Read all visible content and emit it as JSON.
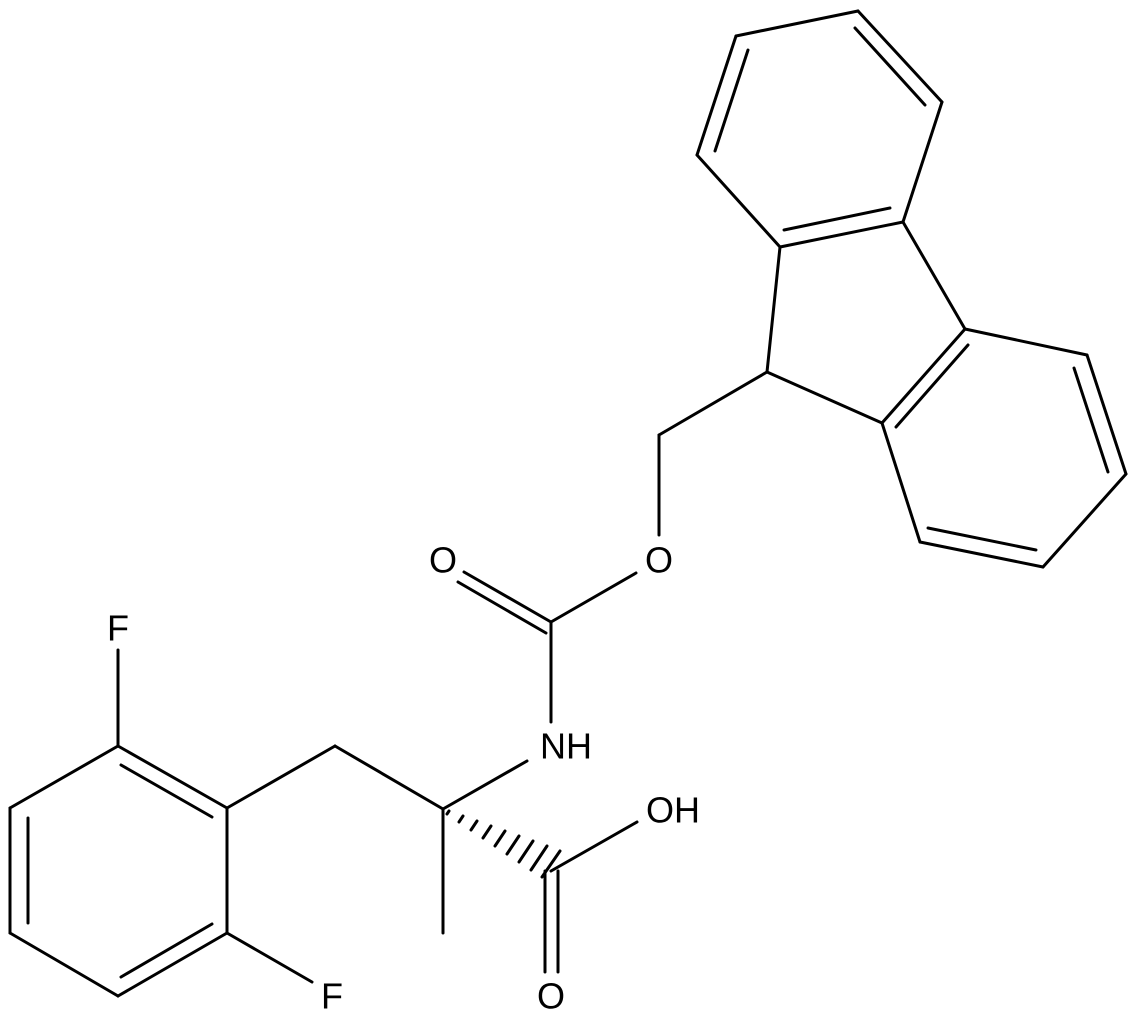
{
  "molecule": {
    "atoms": {
      "f_top": "F",
      "f_bottom": "F",
      "o_carbonyl_carbamate": "O",
      "o_ester": "O",
      "nh": "NH",
      "oh": "OH",
      "o_acid": "O"
    },
    "colors": {
      "bond": "#000000",
      "label": "#000000",
      "background": "#ffffff"
    }
  }
}
